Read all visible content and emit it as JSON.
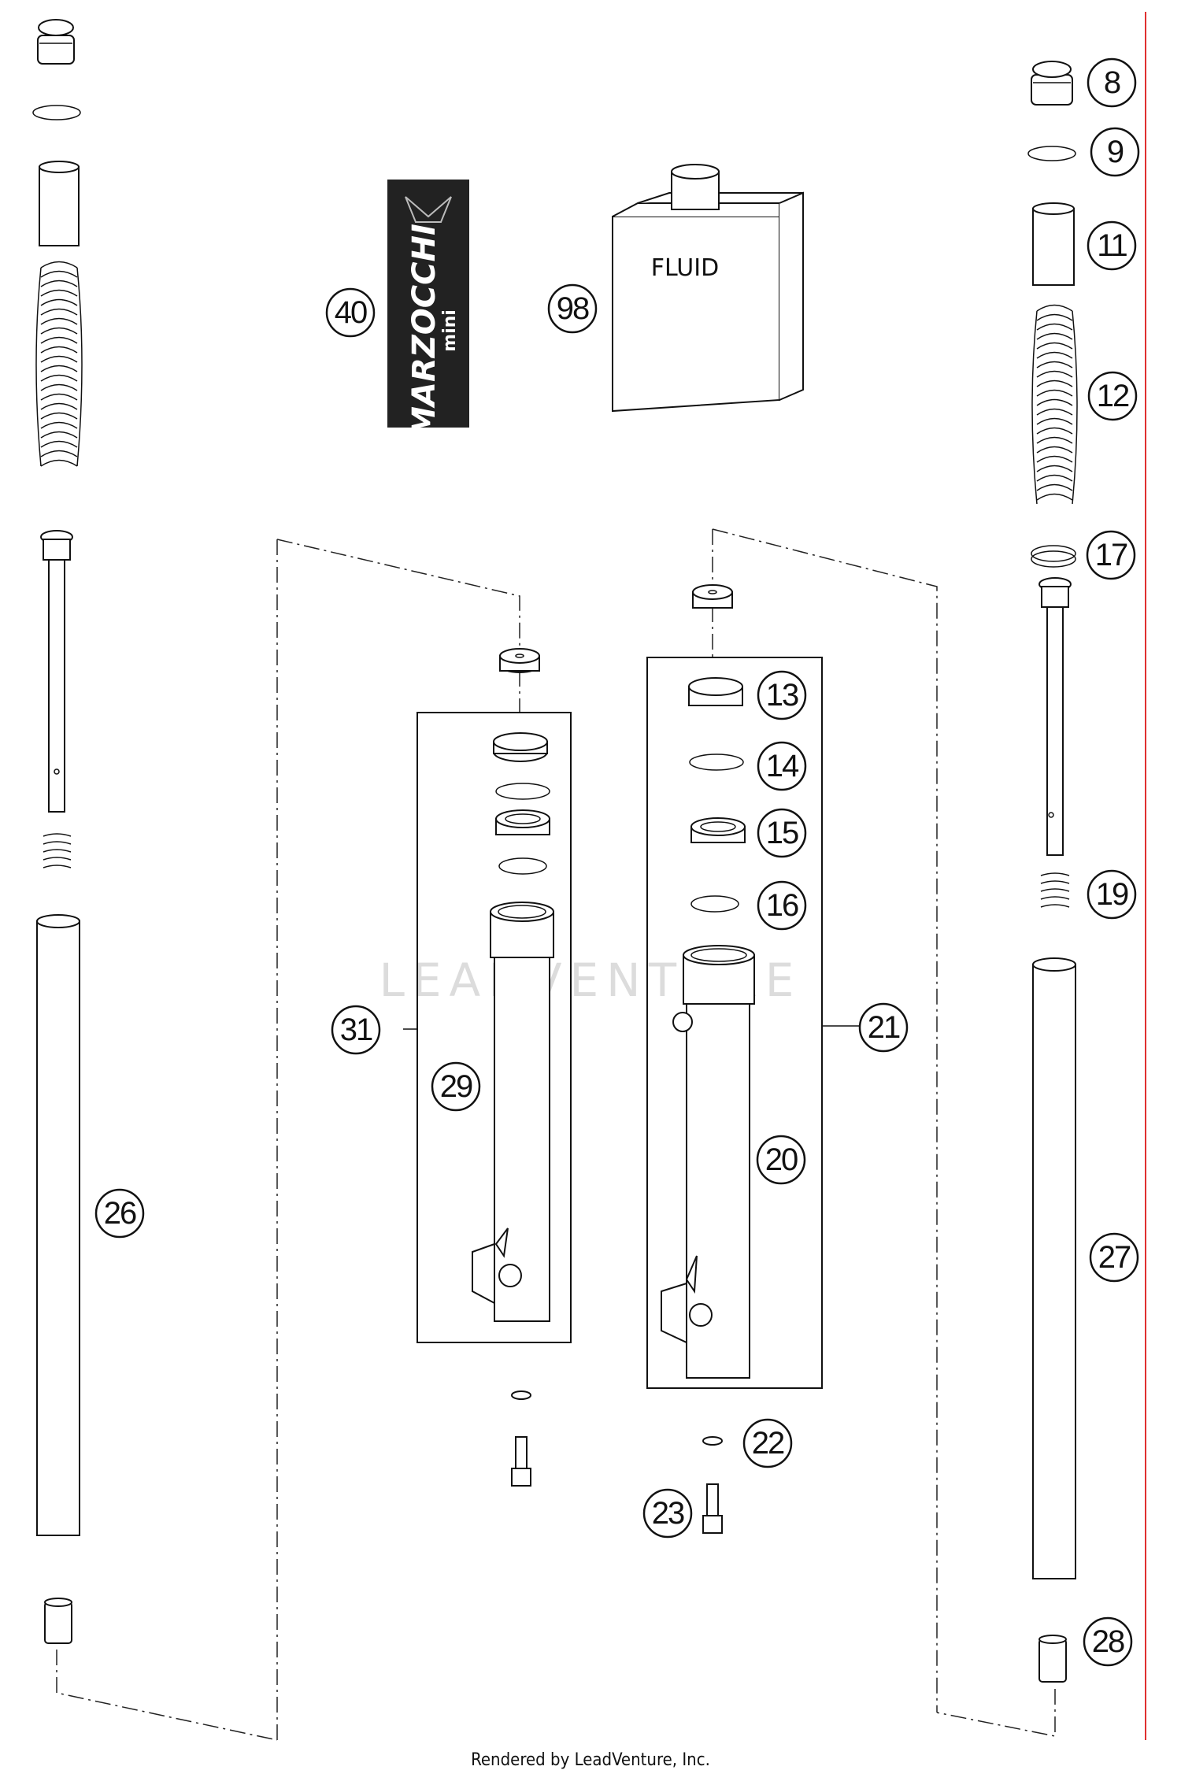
{
  "callouts": {
    "c8": "8",
    "c9": "9",
    "c11": "11",
    "c12": "12",
    "c13": "13",
    "c14": "14",
    "c15": "15",
    "c16": "16",
    "c17": "17",
    "c19": "19",
    "c20": "20",
    "c21": "21",
    "c22": "22",
    "c23": "23",
    "c26": "26",
    "c27": "27",
    "c28": "28",
    "c29": "29",
    "c31": "31",
    "c40": "40",
    "c98": "98"
  },
  "fluid_label": "FLUID",
  "decal": {
    "brand": "MARZOCCHI",
    "sub": "mini"
  },
  "watermark": "LEADVENTURE",
  "footer": "Rendered by LeadVenture, Inc.",
  "colors": {
    "line": "#111111",
    "decal": "#222222",
    "margin_line": "#e03030",
    "watermark": "#dcdcdc"
  }
}
